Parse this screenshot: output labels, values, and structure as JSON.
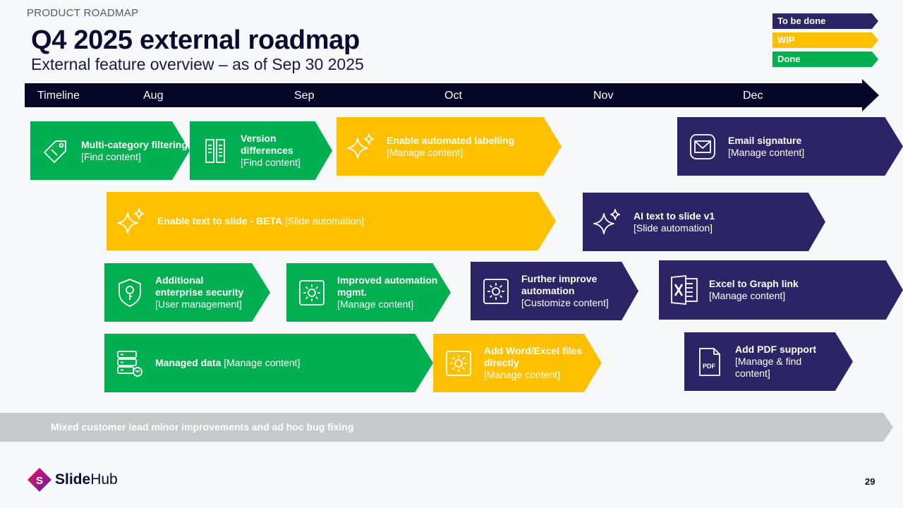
{
  "header": {
    "eyebrow": "PRODUCT ROADMAP",
    "title": "Q4 2025 external roadmap",
    "subtitle": "External feature overview – as of Sep 30 2025"
  },
  "legend": [
    {
      "label": "To be done",
      "status": "todo",
      "color": "#2b2566"
    },
    {
      "label": "WIP",
      "status": "wip",
      "color": "#ffc000"
    },
    {
      "label": "Done",
      "status": "done",
      "color": "#00b050"
    }
  ],
  "timeline": {
    "label": "Timeline",
    "months": [
      "Aug",
      "Sep",
      "Oct",
      "Nov",
      "Dec"
    ]
  },
  "tasks": [
    {
      "name": "Multi-category filtering",
      "category": "[Find content]",
      "status": "done",
      "icon": "tag-icon"
    },
    {
      "name": "Version differences",
      "category": "[Find content]",
      "status": "done",
      "icon": "compare-icon"
    },
    {
      "name": "Enable automated labelling",
      "category": "[Manage content]",
      "status": "wip",
      "icon": "sparkle-icon"
    },
    {
      "name": "Email signature",
      "category": "[Manage content]",
      "status": "todo",
      "icon": "envelope-icon"
    },
    {
      "name": "Enable text to slide - BETA",
      "category": "[Slide automation]",
      "status": "wip",
      "icon": "sparkle-icon"
    },
    {
      "name": "AI text to slide v1",
      "category": "[Slide automation]",
      "status": "todo",
      "icon": "sparkle-icon"
    },
    {
      "name": "Additional enterprise security",
      "category": "[User management]",
      "status": "done",
      "icon": "shield-key-icon"
    },
    {
      "name": "Improved automation mgmt.",
      "category": "[Manage content]",
      "status": "done",
      "icon": "gear-icon"
    },
    {
      "name": "Further improve automation",
      "category": "[Customize content]",
      "status": "todo",
      "icon": "gear-icon"
    },
    {
      "name": "Excel to Graph link",
      "category": "[Manage content]",
      "status": "todo",
      "icon": "excel-icon"
    },
    {
      "name": "Managed data",
      "category": "[Manage content]",
      "status": "done",
      "icon": "database-sync-icon"
    },
    {
      "name": "Add Word/Excel files directly",
      "category": "[Manage content]",
      "status": "wip",
      "icon": "gear-icon"
    },
    {
      "name": "Add PDF support",
      "category": "[Manage & find content]",
      "status": "todo",
      "icon": "pdf-icon"
    }
  ],
  "bugfix": {
    "label": "Mixed customer lead minor improvements and ad hoc bug fixing"
  },
  "footer": {
    "brand_prefix": "Slide",
    "brand_suffix": "Hub",
    "page_number": "29"
  }
}
